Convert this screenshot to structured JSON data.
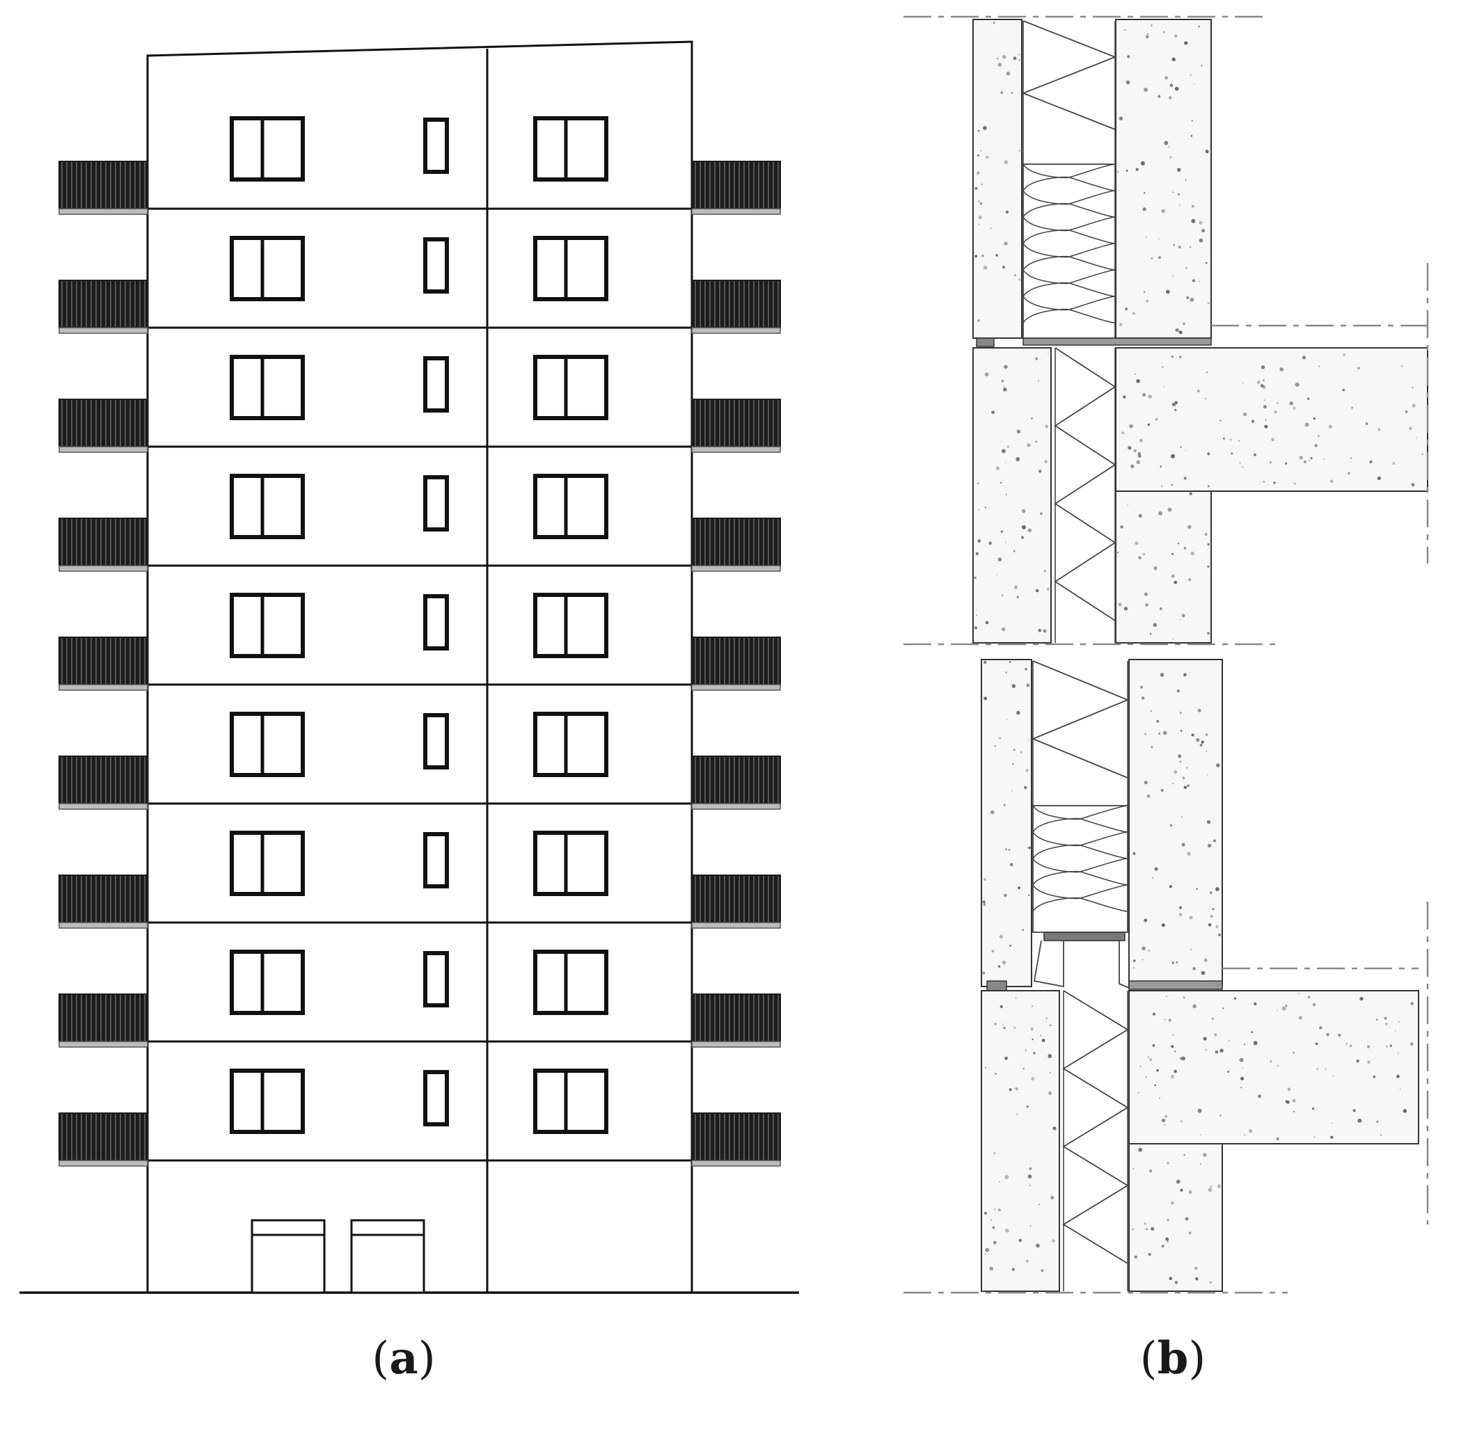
{
  "captions": {
    "a": {
      "open": "(",
      "letter": "a",
      "close": ")"
    },
    "b": {
      "open": "(",
      "letter": "b",
      "close": ")"
    }
  },
  "elevation": {
    "floors_with_windows": 9,
    "balconies_per_side": 9,
    "ground_doors": 2
  },
  "section": {
    "panel_joints": 2
  },
  "colors": {
    "line": "#111111",
    "balcony": "#1c1c1c",
    "concrete_fill": "#f7f7f7",
    "speckle": "#555555",
    "dash": "#888888"
  }
}
